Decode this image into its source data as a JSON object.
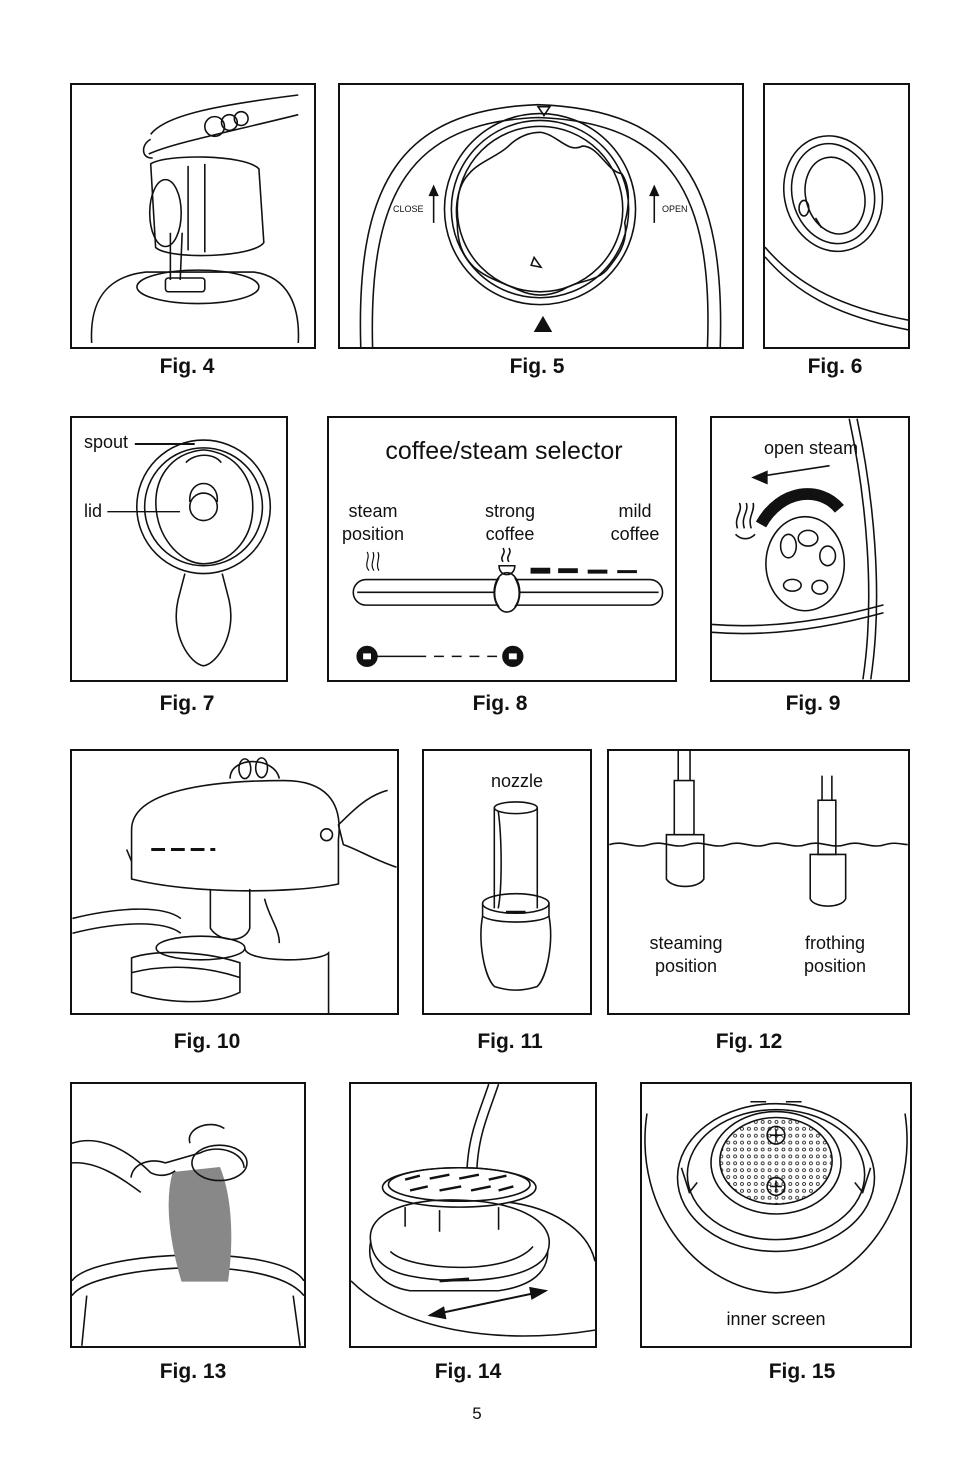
{
  "figures": [
    {
      "caption": "Fig. 4"
    },
    {
      "caption": "Fig. 5",
      "close_label": "CLOSE",
      "open_label": "OPEN"
    },
    {
      "caption": "Fig. 6"
    },
    {
      "caption": "Fig. 7",
      "spout_label": "spout",
      "lid_label": "lid"
    },
    {
      "caption": "Fig. 8",
      "title": "coffee/steam selector",
      "steam_label": "steam\nposition",
      "strong_label": "strong\ncoffee",
      "mild_label": "mild\ncoffee"
    },
    {
      "caption": "Fig. 9",
      "open_steam_label": "open steam"
    },
    {
      "caption": "Fig. 10"
    },
    {
      "caption": "Fig. 11",
      "nozzle_label": "nozzle"
    },
    {
      "caption": "Fig. 12",
      "steaming_label": "steaming\nposition",
      "frothing_label": "frothing\nposition"
    },
    {
      "caption": "Fig. 13"
    },
    {
      "caption": "Fig. 14"
    },
    {
      "caption": "Fig. 15",
      "inner_screen_label": "inner screen"
    }
  ],
  "page_number": "5"
}
